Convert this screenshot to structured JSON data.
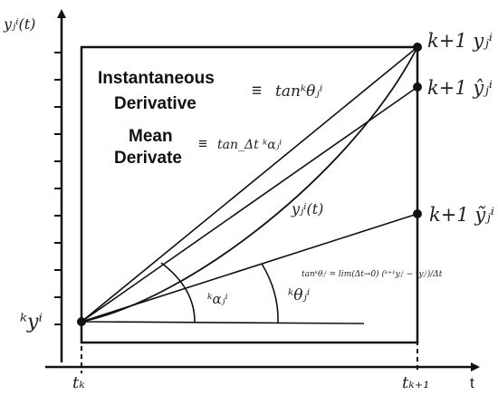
{
  "axes": {
    "y_label": "yⱼⁱ(t)",
    "x_label": "t",
    "x_ticks": [
      "tₖ",
      "tₖ₊₁"
    ]
  },
  "points": {
    "start": "ᵏyⁱ",
    "end_true": "k+1 yⱼⁱ",
    "end_hat": "k+1 ŷⱼⁱ",
    "end_tilde": "k+1 ỹⱼⁱ"
  },
  "text": {
    "instantaneous_line1": "Instantaneous",
    "instantaneous_line2": "Derivative",
    "instantaneous_equiv": "≡",
    "instantaneous_expr": "tanᵏθⱼⁱ",
    "mean_line1": "Mean",
    "mean_line2": "Derivate",
    "mean_equiv": "≡",
    "mean_expr": "tan_Δt ᵏαⱼⁱ",
    "curve_label": "yⱼⁱ(t)",
    "alpha_label": "ᵏαⱼⁱ",
    "theta_label": "ᵏθⱼⁱ",
    "formula": "tanᵏθⱼⁱ = lim(Δt→0) (ᵏ⁺¹yⱼⁱ − ᵏyⱼⁱ)/Δt"
  },
  "colors": {
    "ink": "#111111",
    "background": "#ffffff"
  }
}
